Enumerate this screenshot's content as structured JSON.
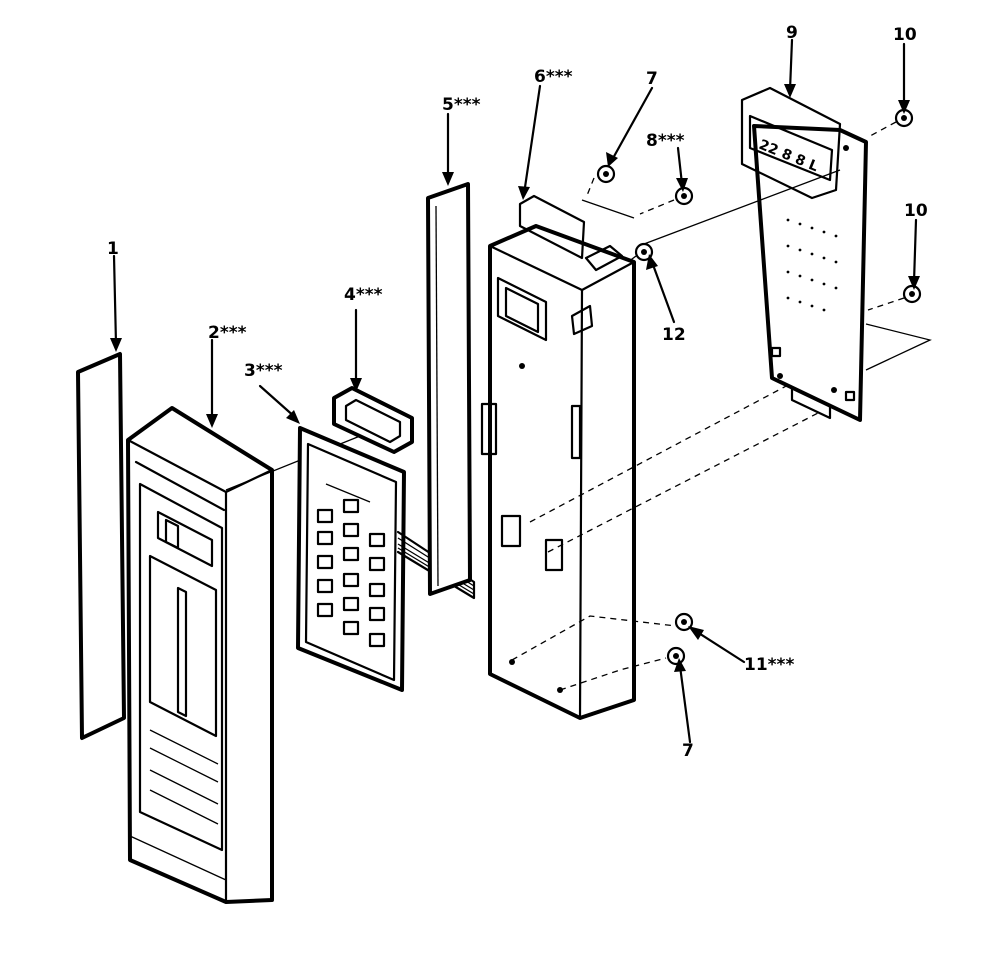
{
  "callouts": [
    {
      "id": "c1",
      "text": "1"
    },
    {
      "id": "c2",
      "text": "2***"
    },
    {
      "id": "c3",
      "text": "3***"
    },
    {
      "id": "c4",
      "text": "4***"
    },
    {
      "id": "c5",
      "text": "5***"
    },
    {
      "id": "c6",
      "text": "6***"
    },
    {
      "id": "c7a",
      "text": "7"
    },
    {
      "id": "c8",
      "text": "8***"
    },
    {
      "id": "c9",
      "text": "9"
    },
    {
      "id": "c10a",
      "text": "10"
    },
    {
      "id": "c10b",
      "text": "10"
    },
    {
      "id": "c12",
      "text": "12"
    },
    {
      "id": "c11",
      "text": "11***"
    },
    {
      "id": "c7b",
      "text": "7"
    }
  ],
  "display_digits": "22 8 8 L"
}
